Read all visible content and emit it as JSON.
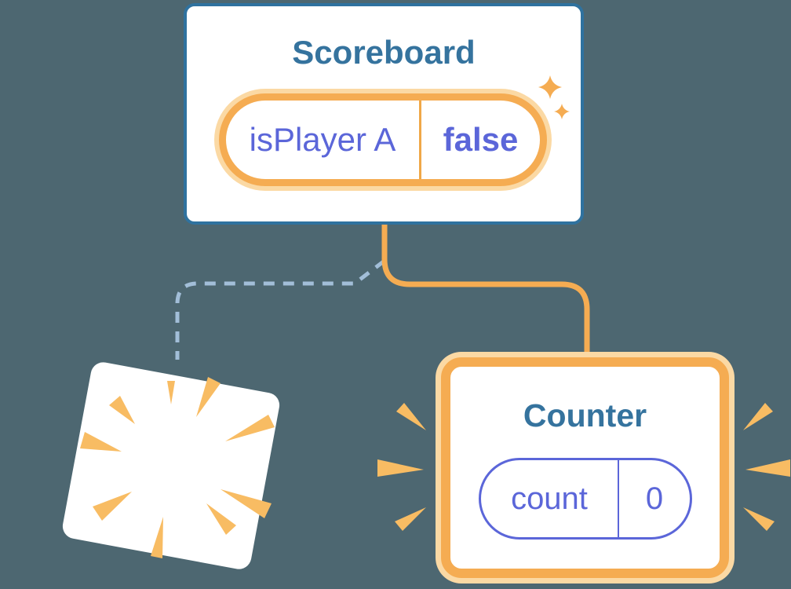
{
  "colors": {
    "background": "#4D6771",
    "card_fill": "#FFFFFF",
    "card_border_blue": "#2F729F",
    "title_text_blue": "#35739E",
    "orange": "#F5AC52",
    "orange_light_halo": "#FBD9A4",
    "burst_orange": "#F8BC63",
    "state_indigo": "#5B66D9",
    "removed_dashed_blue": "#A2BED8"
  },
  "scoreboard": {
    "title": "Scoreboard",
    "state": {
      "name": "isPlayer A",
      "value": "false"
    }
  },
  "counter": {
    "title": "Counter",
    "state": {
      "name": "count",
      "value": "0"
    }
  },
  "icons": {
    "sparkles": "sparkles-icon",
    "burst": "burst-rays-icon",
    "emphasis_left": "emphasis-marks-left-icon",
    "emphasis_right": "emphasis-marks-right-icon"
  }
}
